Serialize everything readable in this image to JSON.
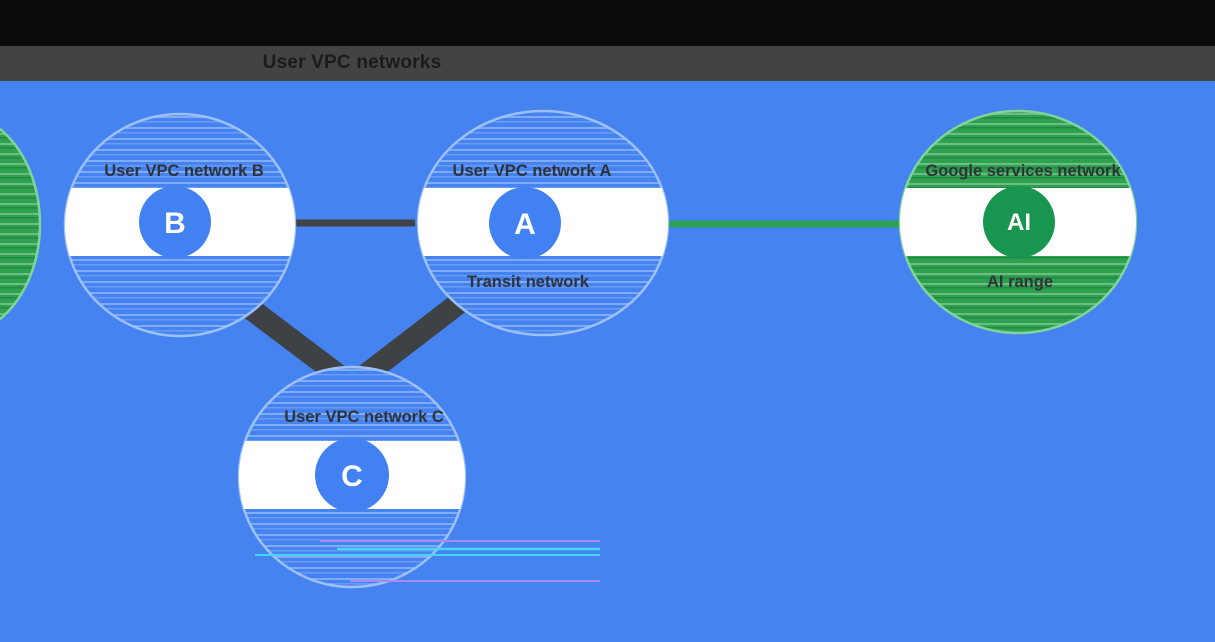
{
  "header": {
    "title": "User VPC networks"
  },
  "nodes": {
    "b": {
      "label": "User VPC network B",
      "letter": "B"
    },
    "a": {
      "label": "User VPC network A",
      "letter": "A",
      "sublabel": "Transit network"
    },
    "c": {
      "label": "User VPC network C",
      "letter": "C"
    },
    "ai": {
      "label": "Google services network",
      "letter": "AI",
      "sublabel": "AI range"
    }
  },
  "edges": [
    {
      "from": "B",
      "to": "A",
      "style": "peering-dark"
    },
    {
      "from": "B",
      "to": "C",
      "style": "peering-dark"
    },
    {
      "from": "A",
      "to": "C",
      "style": "peering-dark"
    },
    {
      "from": "A",
      "to": "AI",
      "style": "peering-green"
    }
  ],
  "colors": {
    "background_blue": "#4583F0",
    "cloud_blue": "#4583F0",
    "cloud_blue_edge": "#9CC0FA",
    "badge_blue": "#4181F2",
    "cloud_green": "#2EA14F",
    "cloud_green_edge": "#7FD49B",
    "badge_green": "#18954E",
    "edge_dark": "#3E4245",
    "edge_green": "#2BA254",
    "header_black": "#0B0B0C",
    "header_gray": "#434343",
    "label_dark": "#2F3338"
  }
}
